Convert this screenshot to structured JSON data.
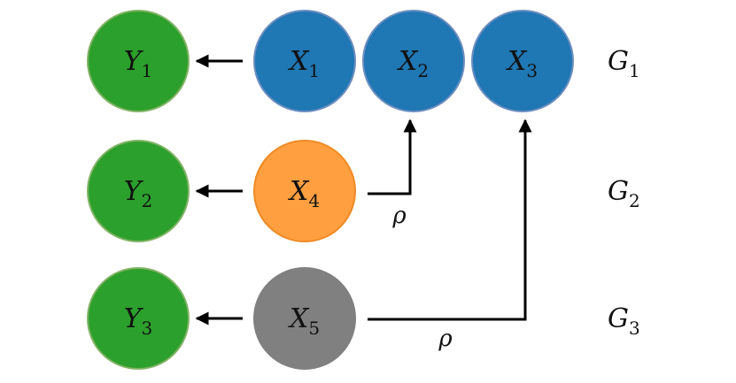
{
  "nodes": {
    "y1": {
      "base": "Y",
      "sub": "1",
      "fill": "#2ca02c",
      "stroke": "#82b366"
    },
    "x1": {
      "base": "X",
      "sub": "1",
      "fill": "#1f77b4",
      "stroke": "#6c8ebf"
    },
    "x2": {
      "base": "X",
      "sub": "2",
      "fill": "#1f77b4",
      "stroke": "#6c8ebf"
    },
    "x3": {
      "base": "X",
      "sub": "3",
      "fill": "#1f77b4",
      "stroke": "#6c8ebf"
    },
    "y2": {
      "base": "Y",
      "sub": "2",
      "fill": "#2ca02c",
      "stroke": "#82b366"
    },
    "x4": {
      "base": "X",
      "sub": "4",
      "fill": "#ff9f40",
      "stroke": "#f08a24"
    },
    "y3": {
      "base": "Y",
      "sub": "3",
      "fill": "#2ca02c",
      "stroke": "#82b366"
    },
    "x5": {
      "base": "X",
      "sub": "5",
      "fill": "#808080",
      "stroke": "#808080"
    }
  },
  "groups": {
    "g1": {
      "base": "G",
      "sub": "1"
    },
    "g2": {
      "base": "G",
      "sub": "2"
    },
    "g3": {
      "base": "G",
      "sub": "3"
    }
  },
  "edges": {
    "x4_to_x2": {
      "label": "ρ"
    },
    "x5_to_x3": {
      "label": "ρ"
    }
  }
}
